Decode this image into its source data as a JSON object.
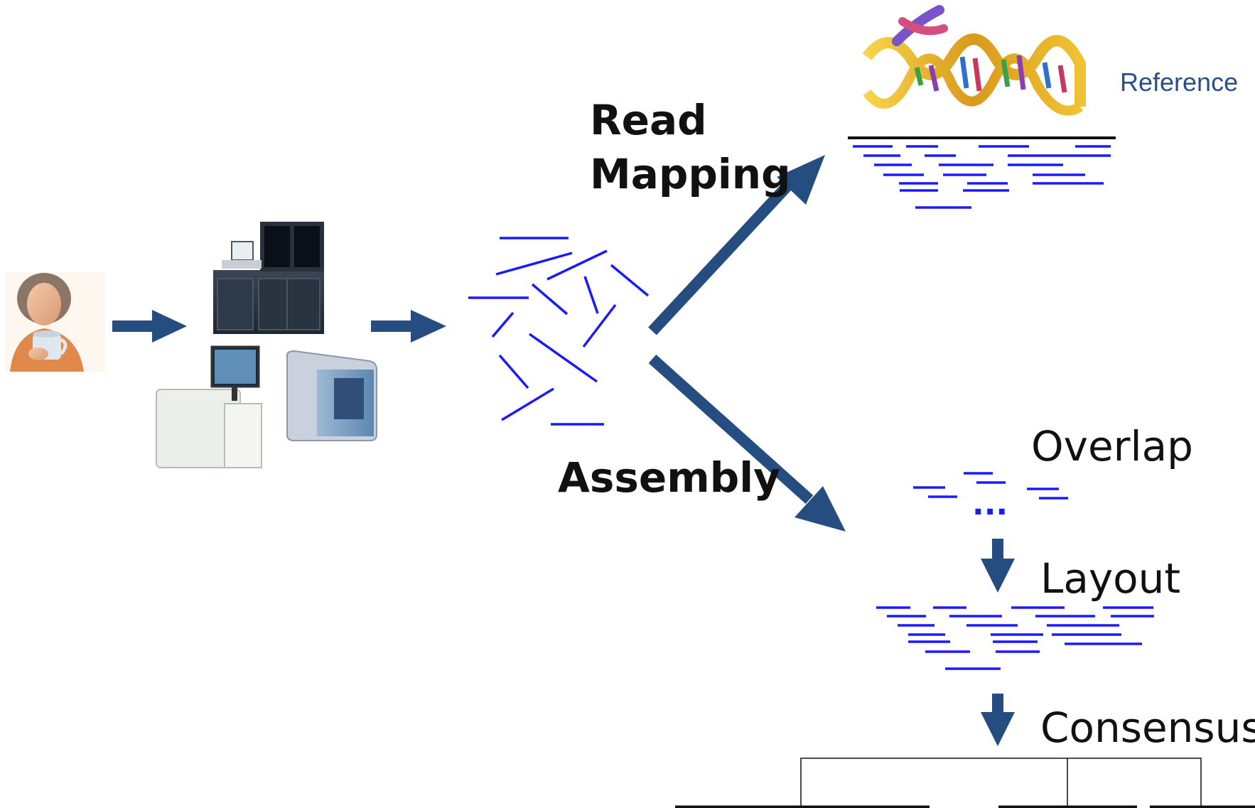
{
  "labels": {
    "read_mapping": [
      "Read",
      "Mapping"
    ],
    "assembly": "Assembly",
    "reference": "Reference",
    "overlap": "Overlap",
    "overlap_ellipsis": "...",
    "layout": "Layout",
    "consensus": "Consensus"
  },
  "icons": {
    "person": "person-holding-mug-photo",
    "sequencers": "sequencing-machines-photo",
    "dna": "dna-double-helix-chromosome"
  },
  "colors": {
    "arrow": "#264d80",
    "read": "#1a1aff",
    "reference_text": "#2a4f88",
    "text": "#111111"
  }
}
